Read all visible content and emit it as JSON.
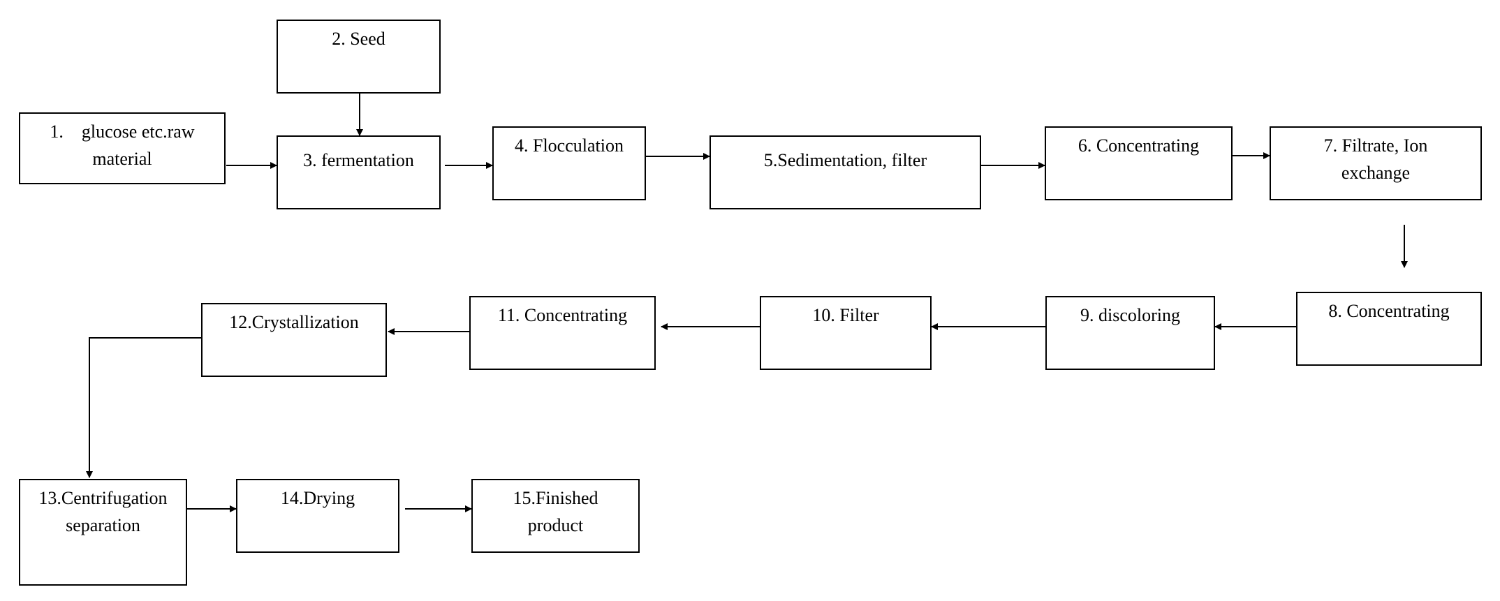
{
  "diagram": {
    "steps": [
      {
        "id": "s1",
        "lines": [
          "1.    glucose etc.raw",
          "material"
        ]
      },
      {
        "id": "s2",
        "lines": [
          "2. Seed"
        ]
      },
      {
        "id": "s3",
        "lines": [
          "3. fermentation"
        ]
      },
      {
        "id": "s4",
        "lines": [
          "4. Flocculation"
        ]
      },
      {
        "id": "s5",
        "lines": [
          "5.Sedimentation, filter"
        ]
      },
      {
        "id": "s6",
        "lines": [
          "6. Concentrating"
        ]
      },
      {
        "id": "s7",
        "lines": [
          "7. Filtrate, Ion",
          "exchange"
        ]
      },
      {
        "id": "s8",
        "lines": [
          "8. Concentrating"
        ]
      },
      {
        "id": "s9",
        "lines": [
          "9. discoloring"
        ]
      },
      {
        "id": "s10",
        "lines": [
          "10. Filter"
        ]
      },
      {
        "id": "s11",
        "lines": [
          "11. Concentrating"
        ]
      },
      {
        "id": "s12",
        "lines": [
          "12.Crystallization"
        ]
      },
      {
        "id": "s13",
        "lines": [
          "13.Centrifugation",
          "separation"
        ]
      },
      {
        "id": "s14",
        "lines": [
          "14.Drying"
        ]
      },
      {
        "id": "s15",
        "lines": [
          "15.Finished",
          "product"
        ]
      }
    ],
    "edges": [
      [
        "s2",
        "s3"
      ],
      [
        "s1",
        "s3"
      ],
      [
        "s3",
        "s4"
      ],
      [
        "s4",
        "s5"
      ],
      [
        "s5",
        "s6"
      ],
      [
        "s6",
        "s7"
      ],
      [
        "s7",
        "s8"
      ],
      [
        "s8",
        "s9"
      ],
      [
        "s9",
        "s10"
      ],
      [
        "s10",
        "s11"
      ],
      [
        "s11",
        "s12"
      ],
      [
        "s12",
        "s13"
      ],
      [
        "s13",
        "s14"
      ],
      [
        "s14",
        "s15"
      ]
    ]
  }
}
